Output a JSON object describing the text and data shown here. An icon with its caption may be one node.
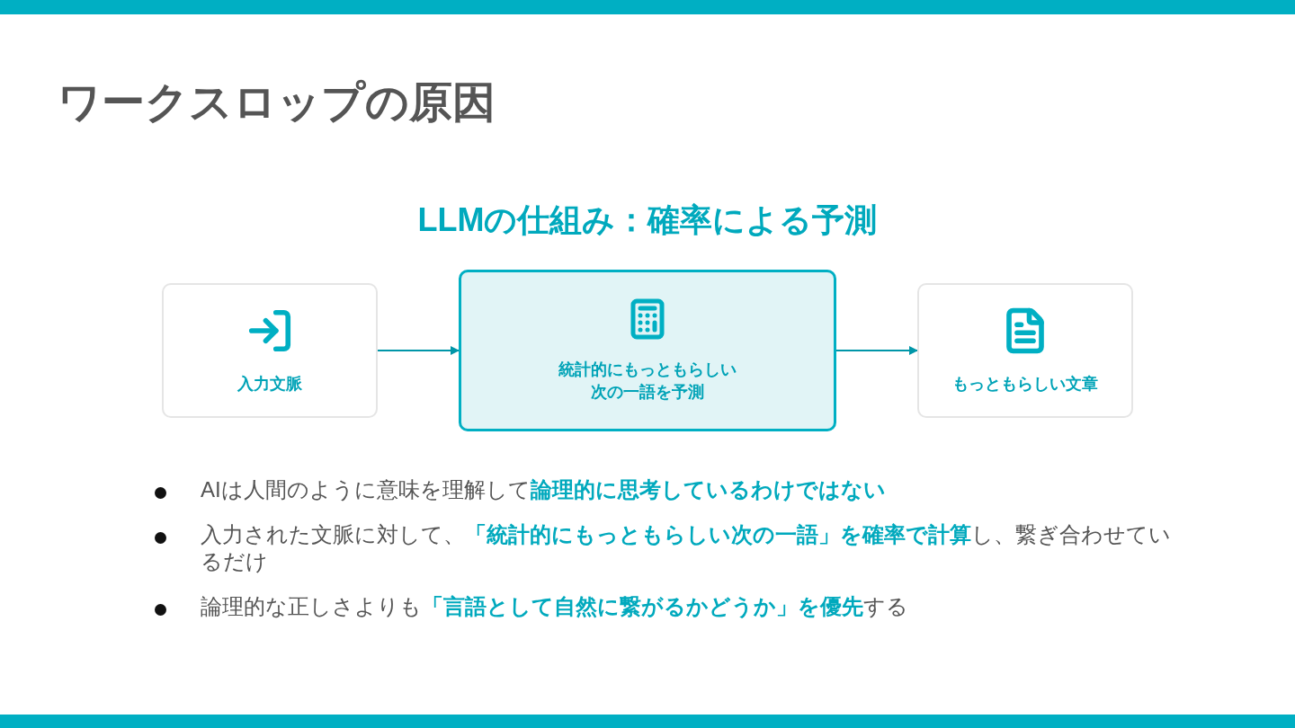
{
  "diagram": {
    "title": "ワークスロップの原因",
    "nodes": [
      {
        "text": [
          "入力文脈"
        ]
      },
      {
        "text": [
          "統計的にもっともらしい次の一語を予測"
        ]
      },
      {
        "text": [
          "もっともらしい文章"
        ]
      }
    ],
    "edges": [
      {
        "from": 0,
        "to": 1,
        "arrow": "to"
      },
      {
        "from": 1,
        "to": 2,
        "arrow": "to"
      }
    ],
    "labels": [
      "LLMの仕組み：確率による予測",
      "AIは人間のように意味を理解して**論理的に思考しているわけではない**",
      "入力された文脈に対して、**「統計的にもっともらしい次の一語」を確率で計算**し、繋ぎ合わせているだけ",
      "論理的な正しさよりも**「言語として自然に繋がるかどうか」を優先**する"
    ]
  }
}
